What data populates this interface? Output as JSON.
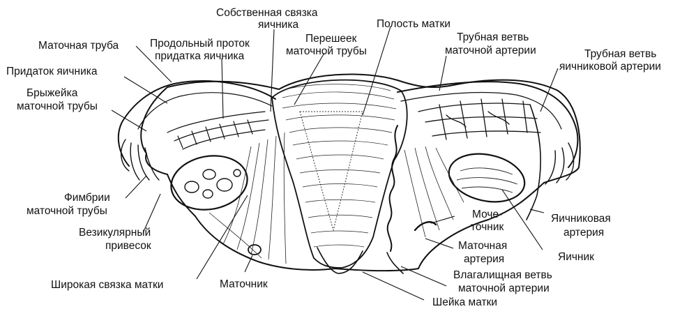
{
  "labels": {
    "fallopian_tube": "Маточная труба",
    "longitudinal_duct_1": "Продольный проток",
    "longitudinal_duct_2": "придатка яичника",
    "ovarian_ligament_1": "Собственная связка",
    "ovarian_ligament_2": "яичника",
    "isthmus_1": "Перешеек",
    "isthmus_2": "маточной трубы",
    "uterine_cavity": "Полость матки",
    "tubal_branch_uterine_1": "Трубная ветвь",
    "tubal_branch_uterine_2": "маточной артерии",
    "tubal_branch_ovarian_1": "Трубная ветвь",
    "tubal_branch_ovarian_2": "яичниковой артерии",
    "epoophoron": "Придаток яичника",
    "mesosalpinx_1": "Брыжейка",
    "mesosalpinx_2": "маточной трубы",
    "fimbriae_1": "Фимбрии",
    "fimbriae_2": "маточной трубы",
    "vesicular_appendage_1": "Везикулярный",
    "vesicular_appendage_2": "привесок",
    "broad_ligament": "Широкая связка матки",
    "round_ligament": "Маточник",
    "ureter_1": "Моче-",
    "ureter_2": "точник",
    "ovarian_artery_1": "Яичниковая",
    "ovarian_artery_2": "артерия",
    "uterine_artery_1": "Маточная",
    "uterine_artery_2": "артерия",
    "ovary": "Яичник",
    "vaginal_branch_1": "Влагалищная ветвь",
    "vaginal_branch_2": "маточной артерии",
    "cervix": "Шейка матки"
  },
  "colors": {
    "ink": "#111111",
    "background": "#ffffff"
  }
}
